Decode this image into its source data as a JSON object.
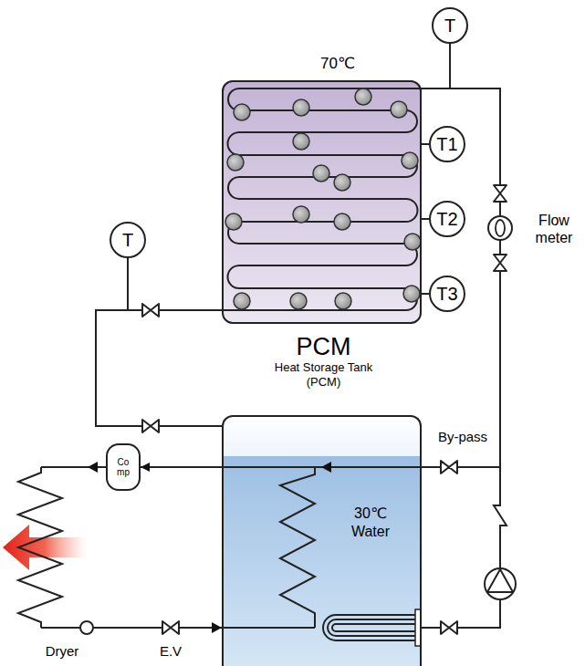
{
  "diagram": {
    "nodes": [
      {
        "text": [
          "T"
        ]
      },
      {
        "text": [
          "70℃",
          "PCM",
          "Heat Storage Tank (PCM)"
        ]
      },
      {
        "text": [
          "T1"
        ]
      },
      {
        "text": [
          "T2"
        ]
      },
      {
        "text": [
          "T3"
        ]
      },
      {
        "text": [
          "T"
        ]
      },
      {
        "text": [
          "30℃ Water"
        ]
      },
      {
        "text": [
          "Co mp"
        ]
      }
    ],
    "edges": [
      {
        "from": 2,
        "to": 1,
        "arrow": "none"
      },
      {
        "from": 3,
        "to": 1,
        "arrow": "none"
      },
      {
        "from": 4,
        "to": 1,
        "arrow": "none"
      },
      {
        "from": 1,
        "to": 6,
        "arrow": "none"
      },
      {
        "from": 1,
        "to": 6,
        "arrow": "none"
      },
      {
        "from": 6,
        "to": 7,
        "arrow": "to"
      }
    ],
    "labels": [
      "Flow meter",
      "By-pass",
      "Dryer",
      "E.V"
    ]
  }
}
